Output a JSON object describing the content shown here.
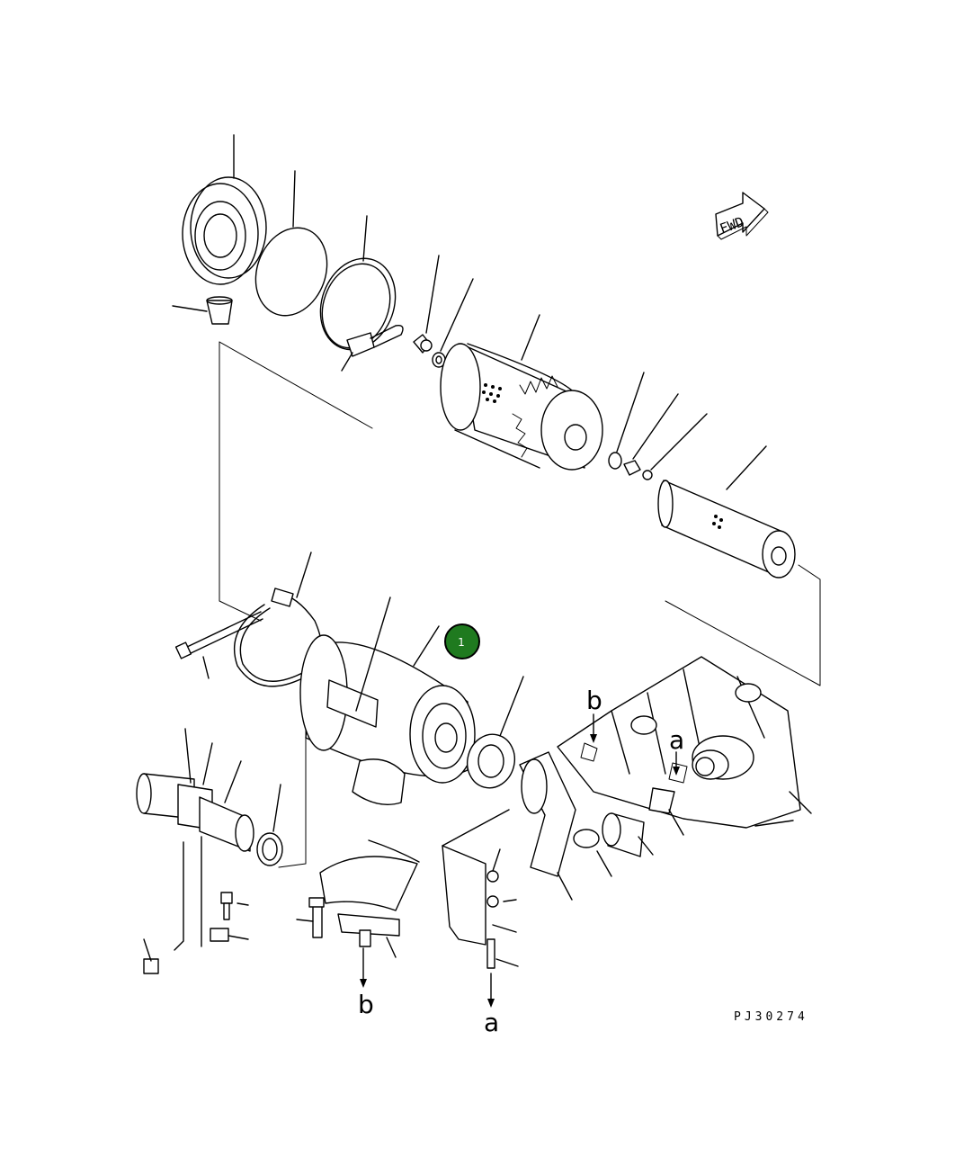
{
  "diagram": {
    "fwd_label": "FWD",
    "drawing_code": "PJ30274",
    "ref_a": "a",
    "ref_b": "b",
    "callout": {
      "number": "1",
      "color": "#1f7a1f"
    }
  }
}
